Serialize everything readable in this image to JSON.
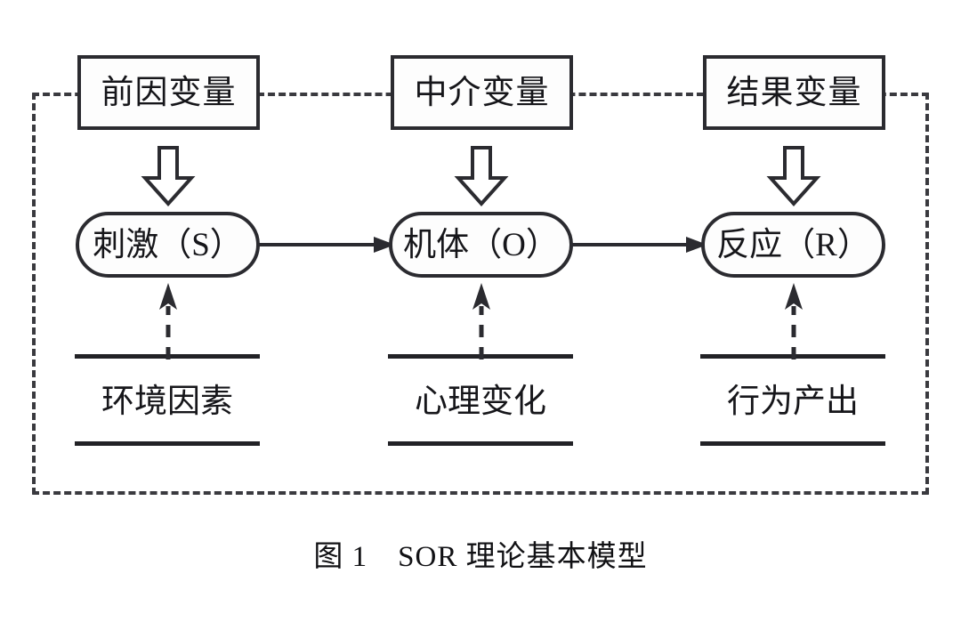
{
  "figure": {
    "caption": "图 1　SOR 理论基本模型",
    "frame_style": "dashed",
    "colors": {
      "stroke": "#2b2b30",
      "dashed_stroke": "#3a3a3f",
      "background": "#ffffff",
      "text": "#16161a"
    }
  },
  "variable_boxes": [
    {
      "id": "antecedent",
      "label": "前因变量"
    },
    {
      "id": "mediator",
      "label": "中介变量"
    },
    {
      "id": "outcome",
      "label": "结果变量"
    }
  ],
  "nodes": [
    {
      "id": "stimulus",
      "label": "刺激（S）"
    },
    {
      "id": "organism",
      "label": "机体（O）"
    },
    {
      "id": "response",
      "label": "反应（R）"
    }
  ],
  "factors": [
    {
      "id": "environment",
      "label": "环境因素"
    },
    {
      "id": "psychology",
      "label": "心理变化"
    },
    {
      "id": "behavior",
      "label": "行为产出"
    }
  ],
  "connectors": [
    {
      "id": "s-to-o",
      "from": "stimulus",
      "to": "organism",
      "style": "solid-arrow"
    },
    {
      "id": "o-to-r",
      "from": "organism",
      "to": "response",
      "style": "solid-arrow"
    }
  ],
  "block_arrows": [
    {
      "id": "antecedent-to-stimulus",
      "direction": "down",
      "style": "hollow-block"
    },
    {
      "id": "mediator-to-organism",
      "direction": "down",
      "style": "hollow-block"
    },
    {
      "id": "outcome-to-response",
      "direction": "down",
      "style": "hollow-block"
    }
  ],
  "dashed_arrows": [
    {
      "id": "environment-to-stimulus",
      "direction": "up",
      "style": "dashed-arrow"
    },
    {
      "id": "psychology-to-organism",
      "direction": "up",
      "style": "dashed-arrow"
    },
    {
      "id": "behavior-to-response",
      "direction": "up",
      "style": "dashed-arrow"
    }
  ]
}
